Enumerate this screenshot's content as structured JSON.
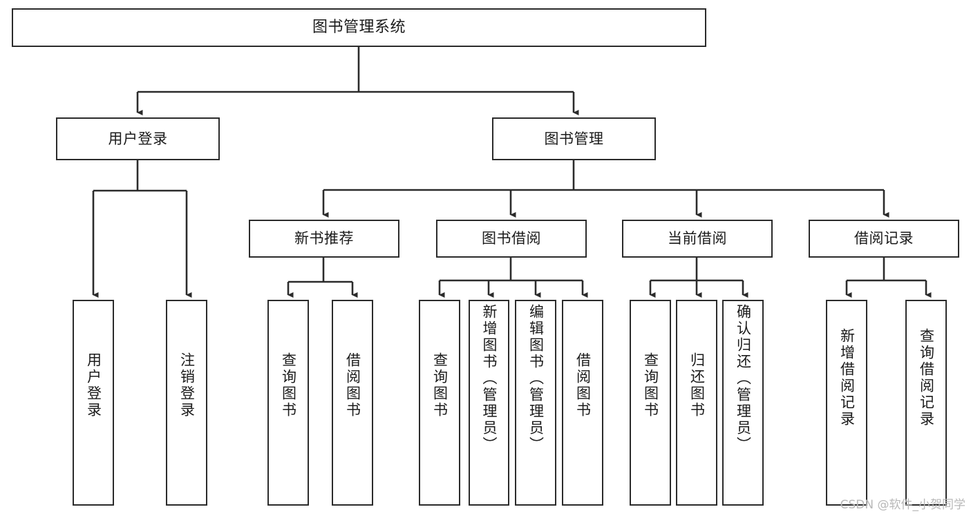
{
  "diagram": {
    "type": "tree-hierarchy",
    "title": "图书管理系统",
    "watermark": "CSDN @软件_小贺同学",
    "colors": {
      "stroke": "#2b2b2b",
      "fill": "#ffffff",
      "text": "#1b1b1b",
      "watermark": "#b8b8b8"
    },
    "nodes": {
      "root": {
        "label": "图书管理系统"
      },
      "level1": [
        {
          "id": "user-login",
          "label": "用户登录"
        },
        {
          "id": "book-management",
          "label": "图书管理"
        }
      ],
      "level2": [
        {
          "id": "new-book-recommend",
          "label": "新书推荐"
        },
        {
          "id": "book-borrow",
          "label": "图书借阅"
        },
        {
          "id": "current-borrow",
          "label": "当前借阅"
        },
        {
          "id": "borrow-record",
          "label": "借阅记录"
        }
      ],
      "leaves": {
        "user_login": [
          {
            "id": "leaf-user-login",
            "label": "用户登录"
          },
          {
            "id": "leaf-logout-login",
            "label": "注销登录"
          }
        ],
        "new_book_recommend": [
          {
            "id": "leaf-query-book-1",
            "label": "查询图书"
          },
          {
            "id": "leaf-borrow-book-1",
            "label": "借阅图书"
          }
        ],
        "book_borrow": [
          {
            "id": "leaf-query-book-2",
            "label": "查询图书"
          },
          {
            "id": "leaf-add-book",
            "label": "新增图书（管理员）"
          },
          {
            "id": "leaf-edit-book",
            "label": "编辑图书（管理员）"
          },
          {
            "id": "leaf-borrow-book-2",
            "label": "借阅图书"
          }
        ],
        "current_borrow": [
          {
            "id": "leaf-query-book-3",
            "label": "查询图书"
          },
          {
            "id": "leaf-return-book",
            "label": "归还图书"
          },
          {
            "id": "leaf-confirm-return",
            "label": "确认归还（管理员）"
          }
        ],
        "borrow_record": [
          {
            "id": "leaf-add-borrow-record",
            "label": "新增借阅记录"
          },
          {
            "id": "leaf-query-borrow-record",
            "label": "查询借阅记录"
          }
        ]
      }
    }
  }
}
